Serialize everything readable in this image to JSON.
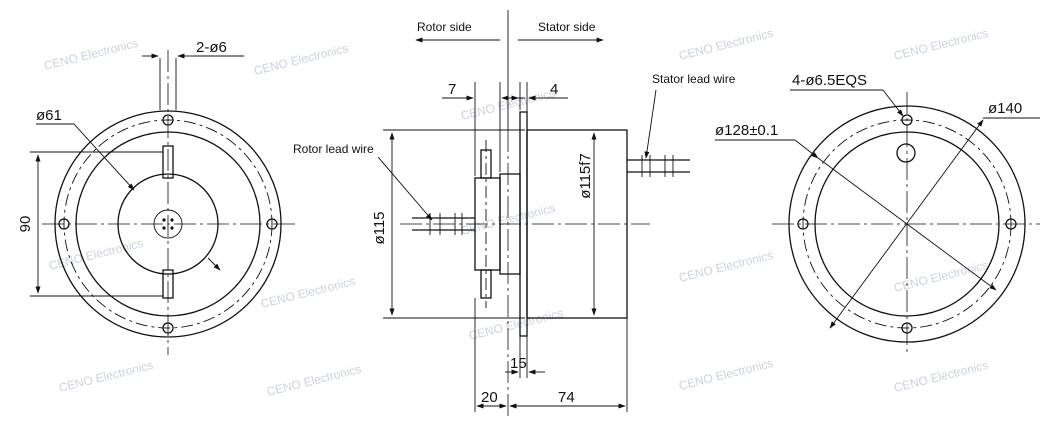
{
  "watermark": "CENO Electronics",
  "left_view": {
    "hole_callout": "2-ø6",
    "diameter": "ø61",
    "height": "90"
  },
  "side_view": {
    "rotor_side": "Rotor side",
    "stator_side": "Stator side",
    "rotor_lead_wire": "Rotor lead wire",
    "stator_lead_wire": "Stator lead wire",
    "dim_7": "7",
    "dim_4": "4",
    "dim_115": "ø115",
    "dim_115f7": "ø115f7",
    "dim_15": "15",
    "dim_20": "20",
    "dim_74": "74"
  },
  "right_view": {
    "hole_callout": "4-ø6.5EQS",
    "outer_diameter": "ø140",
    "pcd": "ø128±0.1"
  },
  "colors": {
    "line": "#111111",
    "watermark": "#b9c3d0"
  }
}
